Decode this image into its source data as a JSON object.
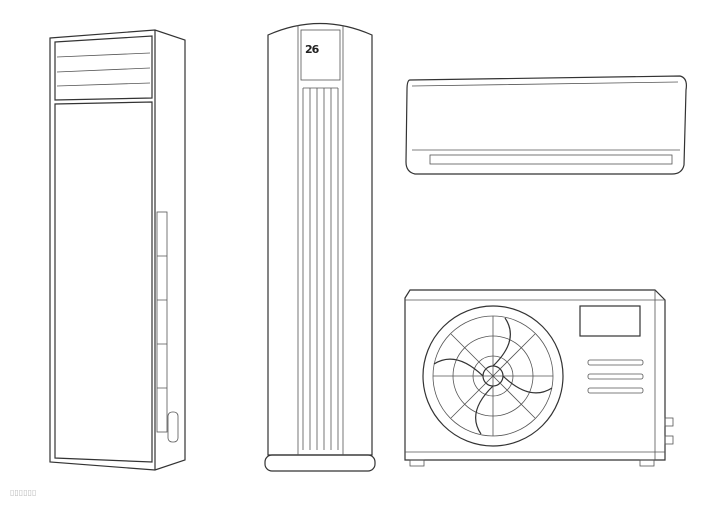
{
  "illustration": {
    "units": [
      "floor-standing-cabinet-ac",
      "cylindrical-tower-ac",
      "wall-mounted-split-ac",
      "outdoor-condenser-unit"
    ],
    "tower_display": {
      "temperature": "26"
    }
  },
  "colors": {
    "line": "#333333",
    "background": "#ffffff"
  }
}
